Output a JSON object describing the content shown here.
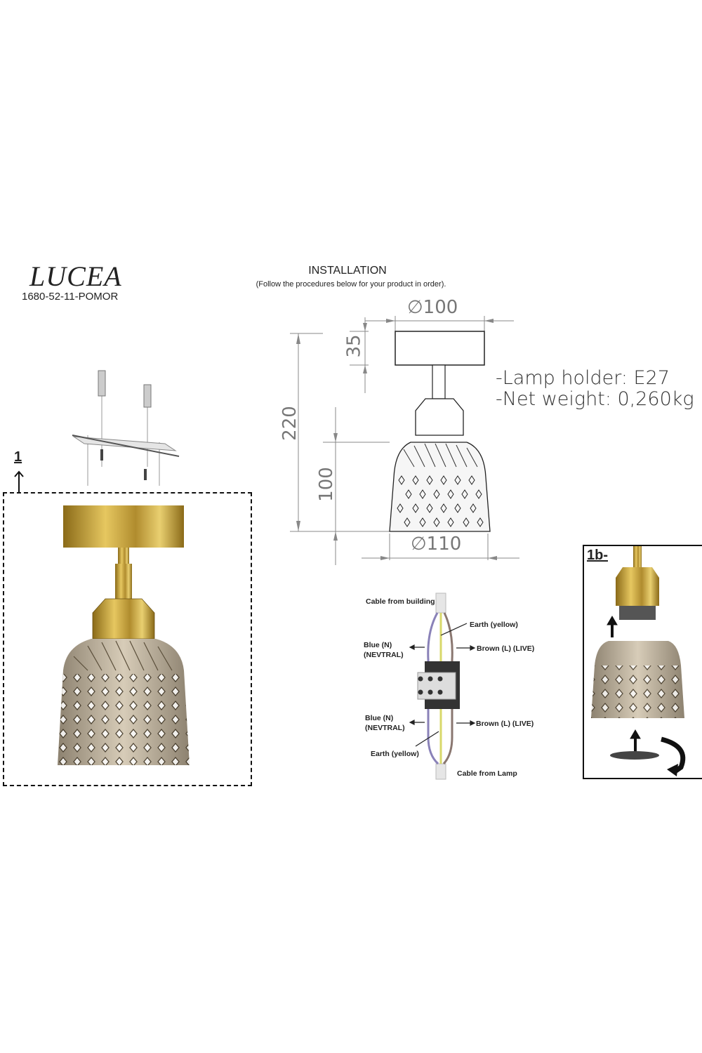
{
  "header": {
    "brand": "LUCEA",
    "product_code": "1680-52-11-POMOR",
    "title": "INSTALLATION",
    "subtitle": "(Follow the procedures below for your product in order)."
  },
  "specs": {
    "lamp_holder": "-Lamp holder: E27",
    "net_weight": "-Net weight: 0,260kg"
  },
  "dimensions": {
    "canopy_diameter": "∅100",
    "canopy_height": "35",
    "total_height": "220",
    "shade_height": "100",
    "shade_diameter": "∅110"
  },
  "steps": {
    "step1_label": "1",
    "step1b_label": "1b-"
  },
  "wiring": {
    "cable_from_building": "Cable from building",
    "earth_top": "Earth (yellow)",
    "blue_top_1": "Blue (N)",
    "blue_top_2": "(NEVTRAL)",
    "brown_top": "Brown (L) (LIVE)",
    "blue_bottom_1": "Blue (N)",
    "blue_bottom_2": "(NEVTRAL)",
    "brown_bottom": "Brown (L) (LIVE)",
    "earth_bottom": "Earth (yellow)",
    "cable_from_lamp": "Cable from Lamp"
  },
  "colors": {
    "brass": "#c9a640",
    "shade": "#b8ab95",
    "wire_blue": "#8a82b8",
    "wire_yellow": "#d8d86a",
    "wire_brown": "#8a7770"
  }
}
